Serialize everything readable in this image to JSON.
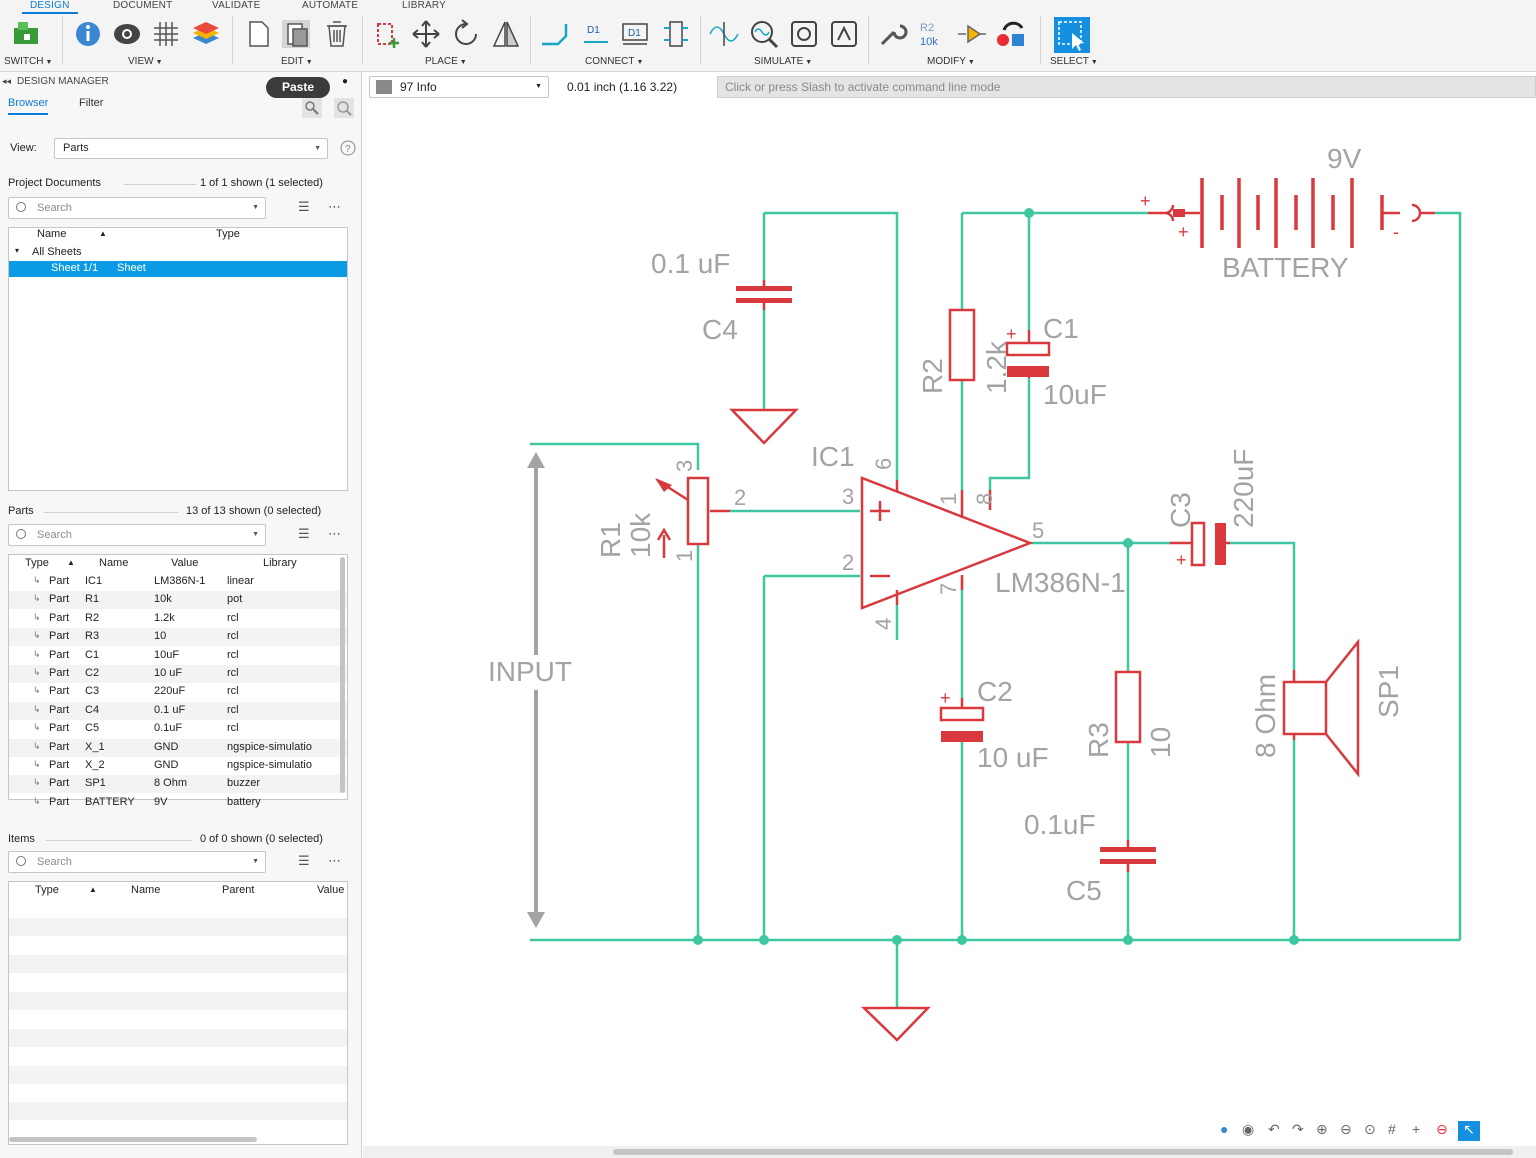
{
  "tabs": [
    "DESIGN",
    "DOCUMENT",
    "VALIDATE",
    "AUTOMATE",
    "LIBRARY"
  ],
  "groups": {
    "switch": "SWITCH",
    "view": "VIEW",
    "edit": "EDIT",
    "place": "PLACE",
    "connect": "CONNECT",
    "simulate": "SIMULATE",
    "modify": "MODIFY",
    "select": "SELECT"
  },
  "toolbar_icon_text": {
    "d1": "D1",
    "d1b": "D1",
    "r2": "R2",
    "r2val": "10k"
  },
  "tooltip": "Paste",
  "panel": {
    "title": "DESIGN MANAGER",
    "tabs": [
      "Browser",
      "Filter"
    ],
    "view_label": "View:",
    "view_value": "Parts",
    "project": {
      "title": "Project Documents",
      "count": "1 of 1 shown (1 selected)",
      "search": "Search",
      "headers": [
        "Name",
        "Type"
      ],
      "rows": [
        {
          "name": "All Sheets",
          "type": ""
        },
        {
          "name": "Sheet 1/1",
          "type": "Sheet"
        }
      ]
    },
    "parts": {
      "title": "Parts",
      "count": "13 of 13 shown (0 selected)",
      "search": "Search",
      "headers": [
        "Type",
        "Name",
        "Value",
        "Library"
      ],
      "rows": [
        {
          "type": "Part",
          "name": "IC1",
          "value": "LM386N-1",
          "library": "linear"
        },
        {
          "type": "Part",
          "name": "R1",
          "value": "10k",
          "library": "pot"
        },
        {
          "type": "Part",
          "name": "R2",
          "value": "1.2k",
          "library": "rcl"
        },
        {
          "type": "Part",
          "name": "R3",
          "value": "10",
          "library": "rcl"
        },
        {
          "type": "Part",
          "name": "C1",
          "value": "10uF",
          "library": "rcl"
        },
        {
          "type": "Part",
          "name": "C2",
          "value": "10 uF",
          "library": "rcl"
        },
        {
          "type": "Part",
          "name": "C3",
          "value": "220uF",
          "library": "rcl"
        },
        {
          "type": "Part",
          "name": "C4",
          "value": "0.1 uF",
          "library": "rcl"
        },
        {
          "type": "Part",
          "name": "C5",
          "value": "0.1uF",
          "library": "rcl"
        },
        {
          "type": "Part",
          "name": "X_1",
          "value": "GND",
          "library": "ngspice-simulatio"
        },
        {
          "type": "Part",
          "name": "X_2",
          "value": "GND",
          "library": "ngspice-simulatio"
        },
        {
          "type": "Part",
          "name": "SP1",
          "value": "8 Ohm",
          "library": "buzzer"
        },
        {
          "type": "Part",
          "name": "BATTERY",
          "value": "9V",
          "library": "battery"
        }
      ]
    },
    "items": {
      "title": "Items",
      "count": "0 of 0 shown (0 selected)",
      "search": "Search",
      "headers": [
        "Type",
        "Name",
        "Parent",
        "Value"
      ]
    }
  },
  "layer": "97 Info",
  "grid_readout": "0.01 inch (1.16 3.22)",
  "command_placeholder": "Click or press Slash to activate command line mode",
  "schematic": {
    "labels": {
      "c4_val": "0.1 uF",
      "c4": "C4",
      "ic1": "IC1",
      "r2": "R2",
      "r2_val": "1.2k",
      "c1": "C1",
      "c1_val": "10uF",
      "battery_val": "9V",
      "battery": "BATTERY",
      "r1": "R1",
      "r1_val": "10k",
      "c3": "C3",
      "c3_val": "220uF",
      "opamp": "LM386N-1",
      "input": "INPUT",
      "c2": "C2",
      "c2_val": "10 uF",
      "r3": "R3",
      "r3_val": "10",
      "sp1": "SP1",
      "sp1_val": "8 Ohm",
      "c5_val": "0.1uF",
      "c5": "C5",
      "pin1": "1",
      "pin2": "2",
      "pin3": "3",
      "pin4": "4",
      "pin5": "5",
      "pin6": "6",
      "pin7": "7",
      "pin8": "8",
      "r1_pin1": "1",
      "r1_pin2": "2",
      "r1_pin3": "3",
      "plus": "+",
      "minus": "-"
    }
  },
  "colors": {
    "wire": "#3ec7a0",
    "part": "#d9393d",
    "label": "#a3a3a3",
    "accent": "#0a7bd6",
    "selection": "#0a9be4"
  }
}
